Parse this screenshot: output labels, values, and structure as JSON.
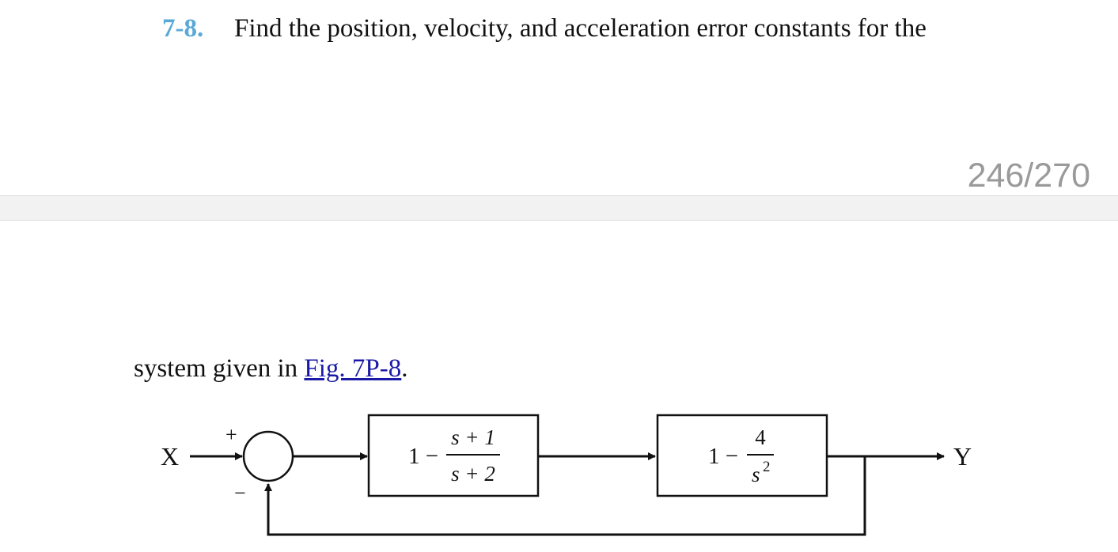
{
  "problem": {
    "number": "7-8.",
    "text_line1": "Find the position, velocity, and acceleration error constants for the",
    "text_line2_prefix": "system given in ",
    "figure_link": "Fig. 7P-8",
    "text_line2_suffix": "."
  },
  "pager": {
    "current_total": "246/270"
  },
  "diagram": {
    "input_label": "X",
    "output_label": "Y",
    "plus_sign": "+",
    "minus_sign": "−",
    "block1": {
      "lead": "1 −",
      "numerator": "s + 1",
      "denominator": "s + 2"
    },
    "block2": {
      "lead": "1 −",
      "numerator": "4",
      "denominator_base": "s",
      "denominator_exp": "2"
    }
  }
}
